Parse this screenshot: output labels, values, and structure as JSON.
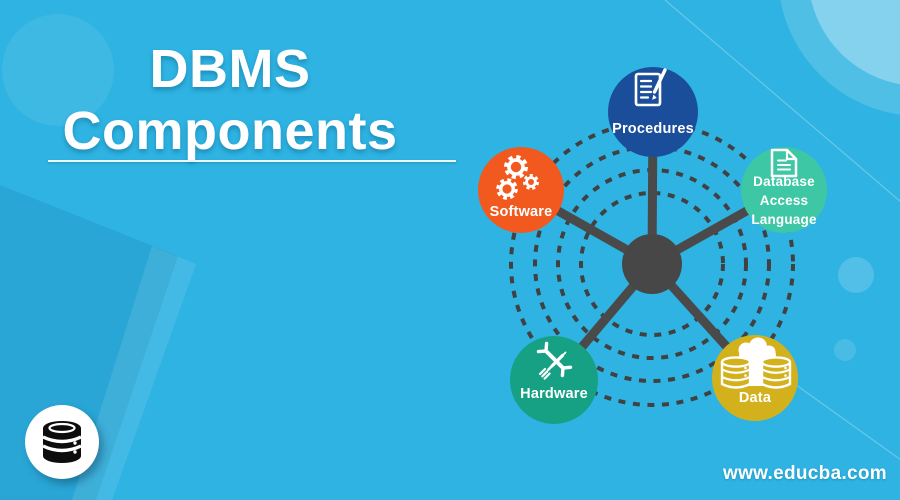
{
  "title": {
    "line1": "DBMS",
    "line2": "Components"
  },
  "footer": {
    "website": "www.educba.com"
  },
  "colors": {
    "background": "#2eb3e2",
    "hub": "#474747",
    "spoke": "#4a4a4a",
    "ring": "#414141",
    "label_text": "#ffffff"
  },
  "diagram": {
    "subject": "DBMS Components",
    "nodes": [
      {
        "id": "procedures",
        "label": "Procedures",
        "color": "#1a4e9a",
        "icon": "document-pencil-icon"
      },
      {
        "id": "software",
        "label": "Software",
        "color": "#f1591f",
        "icon": "gears-icon"
      },
      {
        "id": "database-access-language",
        "label_lines": [
          "Database",
          "Access",
          "Language"
        ],
        "color": "#3ec7a4",
        "icon": "document-icon"
      },
      {
        "id": "hardware",
        "label": "Hardware",
        "color": "#16a185",
        "icon": "tools-icon"
      },
      {
        "id": "data",
        "label": "Data",
        "color": "#d3b11c",
        "icon": "cloud-database-icon"
      }
    ]
  },
  "logo": {
    "icon": "database-icon"
  }
}
